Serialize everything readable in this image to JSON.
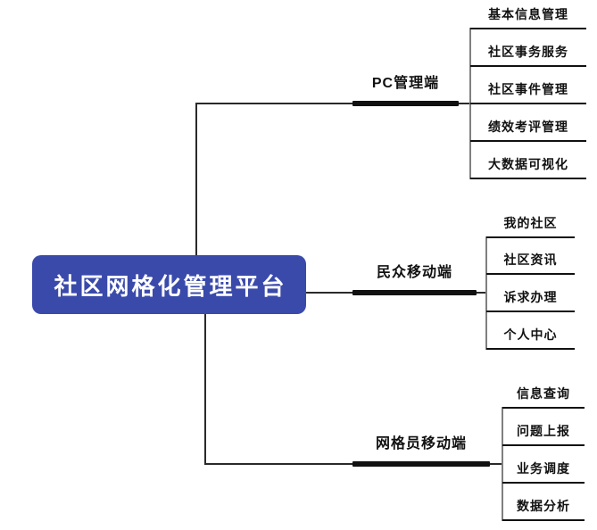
{
  "root": {
    "label": "社区网格化管理平台"
  },
  "branches": [
    {
      "label": "PC管理端",
      "children": [
        {
          "label": "基本信息管理"
        },
        {
          "label": "社区事务服务"
        },
        {
          "label": "社区事件管理"
        },
        {
          "label": "绩效考评管理"
        },
        {
          "label": "大数据可视化"
        }
      ]
    },
    {
      "label": "民众移动端",
      "children": [
        {
          "label": "我的社区"
        },
        {
          "label": "社区资讯"
        },
        {
          "label": "诉求办理"
        },
        {
          "label": "个人中心"
        }
      ]
    },
    {
      "label": "网格员移动端",
      "children": [
        {
          "label": "信息查询"
        },
        {
          "label": "问题上报"
        },
        {
          "label": "业务调度"
        },
        {
          "label": "数据分析"
        }
      ]
    }
  ],
  "colors": {
    "background": "#FFFFFF",
    "root_bg": "#3A4AAA",
    "root_text": "#FFFFFF",
    "node_line": "#111111",
    "connector": "#2A2A2A",
    "leaf_rail": "#7F7F7F",
    "text": "#111111"
  }
}
